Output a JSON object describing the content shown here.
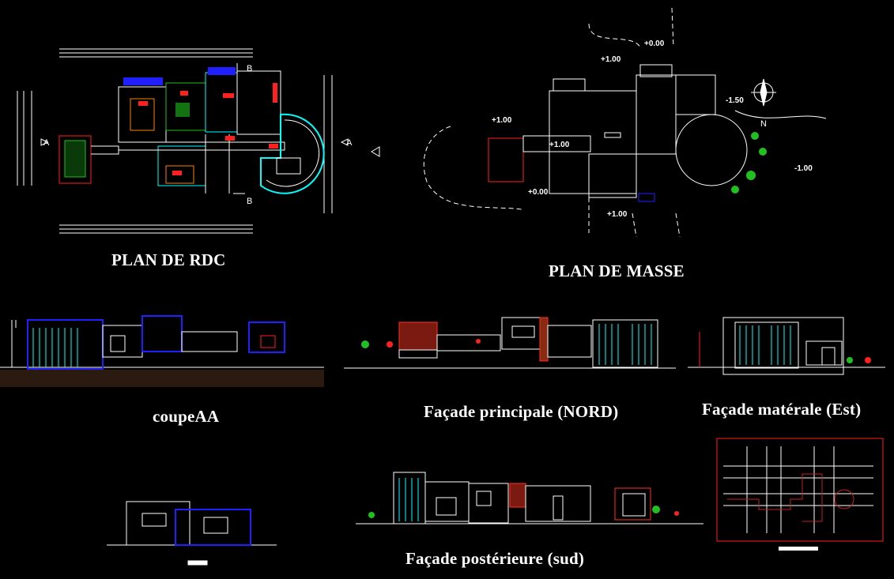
{
  "titles": {
    "plan_rdc": "PLAN DE RDC",
    "plan_masse": "PLAN DE MASSE",
    "coupe_aa": "coupeAA",
    "facade_principale": "Façade principale  (NORD)",
    "facade_laterale": "Façade matérale (Est)",
    "facade_posterieure": "Façade postérieure (sud)"
  },
  "plan_rdc": {
    "section_mark_a_left": "A",
    "section_mark_a_right": "A",
    "section_mark_b_top": "B",
    "section_mark_b_bottom": "B"
  },
  "plan_masse": {
    "level_top": "+0.00",
    "level_upper": "+1.00",
    "level_left": "+1.00",
    "level_center": "+1.00",
    "level_low_left": "+0.00",
    "level_bottom": "+1.00",
    "level_right_top": "-1.50",
    "level_right": "-1.00",
    "north_label": "N"
  },
  "colors": {
    "background": "#000000",
    "lines": "#ffffff",
    "cyan": "#00ffff",
    "blue": "#2020ff",
    "red": "#ff2020",
    "green": "#20c020",
    "brick": "#c03020",
    "dark_red": "#a00000"
  }
}
